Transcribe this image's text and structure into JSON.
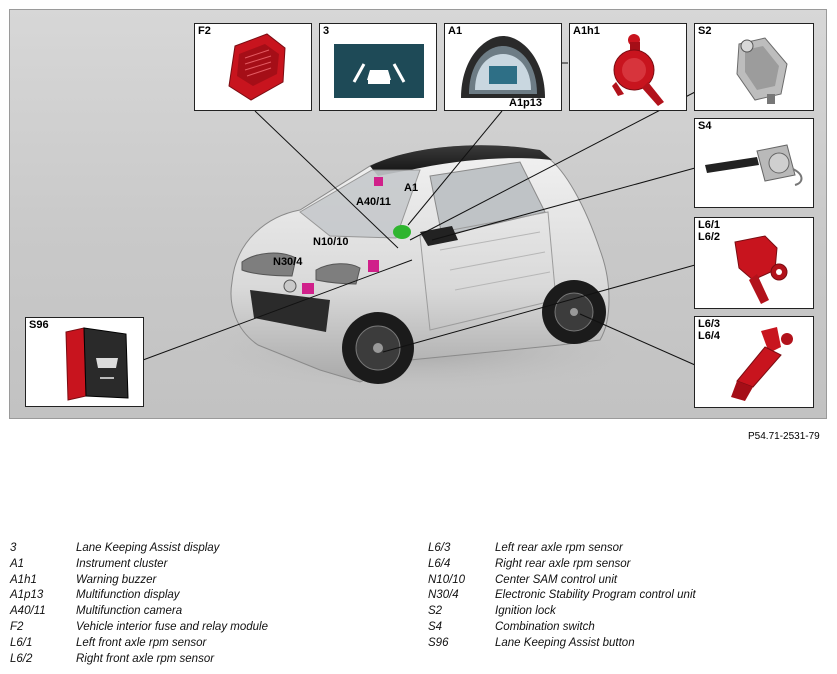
{
  "figure": {
    "boxes": {
      "f2": "F2",
      "three": "3",
      "a1": "A1",
      "a1h1": "A1h1",
      "s2": "S2",
      "s4": "S4",
      "l6_front": "L6/1\nL6/2",
      "l6_rear": "L6/3\nL6/4",
      "s96": "S96"
    },
    "inline_tags": {
      "a1p13": "A1p13",
      "a1": "A1",
      "a40_11": "A40/11",
      "n10_10": "N10/10",
      "n30_4": "N30/4"
    },
    "reference": "P54.71-2531-79",
    "colors": {
      "component_red": "#c8141e",
      "highlight_magenta": "#d0208a",
      "highlight_green": "#2fb52f",
      "display_teal": "#1e4a57"
    }
  },
  "legend": {
    "left": [
      {
        "code": "3",
        "desc": "Lane Keeping Assist display"
      },
      {
        "code": "A1",
        "desc": "Instrument cluster"
      },
      {
        "code": "A1h1",
        "desc": "Warning buzzer"
      },
      {
        "code": "A1p13",
        "desc": "Multifunction display"
      },
      {
        "code": "A40/11",
        "desc": "Multifunction camera"
      },
      {
        "code": "F2",
        "desc": "Vehicle interior fuse and relay module"
      },
      {
        "code": "L6/1",
        "desc": "Left front axle rpm sensor"
      },
      {
        "code": "L6/2",
        "desc": "Right front axle rpm sensor"
      }
    ],
    "right": [
      {
        "code": "L6/3",
        "desc": "Left rear axle rpm sensor"
      },
      {
        "code": "L6/4",
        "desc": "Right rear axle rpm sensor"
      },
      {
        "code": "N10/10",
        "desc": "Center SAM control unit"
      },
      {
        "code": "N30/4",
        "desc": "Electronic Stability Program control unit"
      },
      {
        "code": "S2",
        "desc": "Ignition lock"
      },
      {
        "code": "S4",
        "desc": "Combination switch"
      },
      {
        "code": "S96",
        "desc": "Lane Keeping Assist button"
      }
    ]
  }
}
